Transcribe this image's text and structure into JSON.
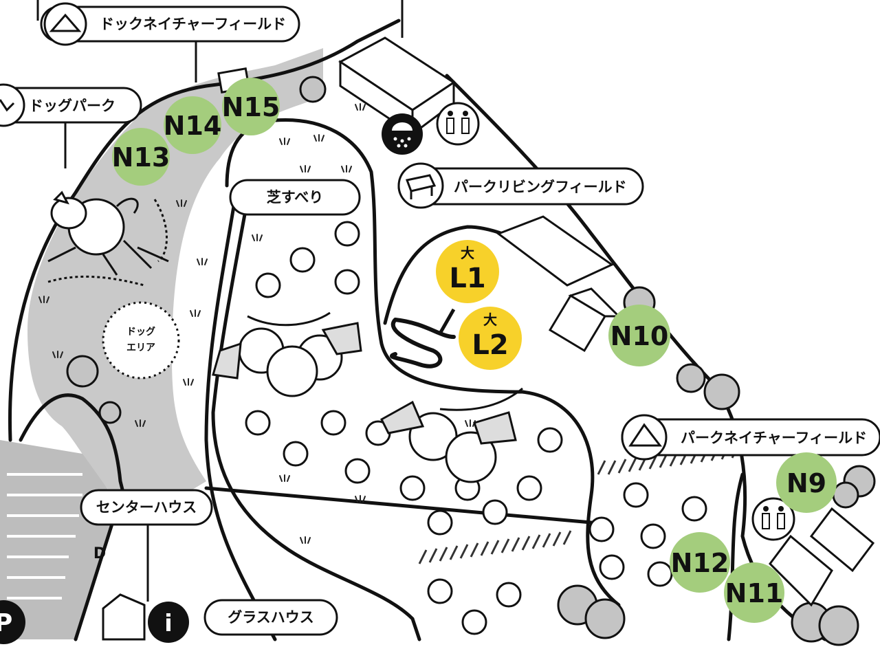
{
  "labels": {
    "dock_nature_field": "ドックネイチャーフィールド",
    "dog_park": "ドッグパーク",
    "shibasuberi": "芝すべり",
    "park_living_field": "パークリビングフィールド",
    "park_nature_field": "パークネイチャーフィールド",
    "center_house": "センターハウス",
    "glass_house": "グラスハウス",
    "dog_area_line1": "ドッグ",
    "dog_area_line2": "エリア"
  },
  "sites": {
    "n15": "N15",
    "n14": "N14",
    "n13": "N13",
    "n10": "N10",
    "n9": "N9",
    "n12": "N12",
    "n11": "N11",
    "l1": "L1",
    "l2": "L2",
    "large_mark": "大"
  },
  "icons": {
    "parking": "P",
    "info": "i",
    "train_mark": "D"
  },
  "colors": {
    "green_site": "#a4cd7d",
    "yellow_site": "#f7d12a",
    "gray_path": "#c6c6c6",
    "line": "#111111"
  }
}
